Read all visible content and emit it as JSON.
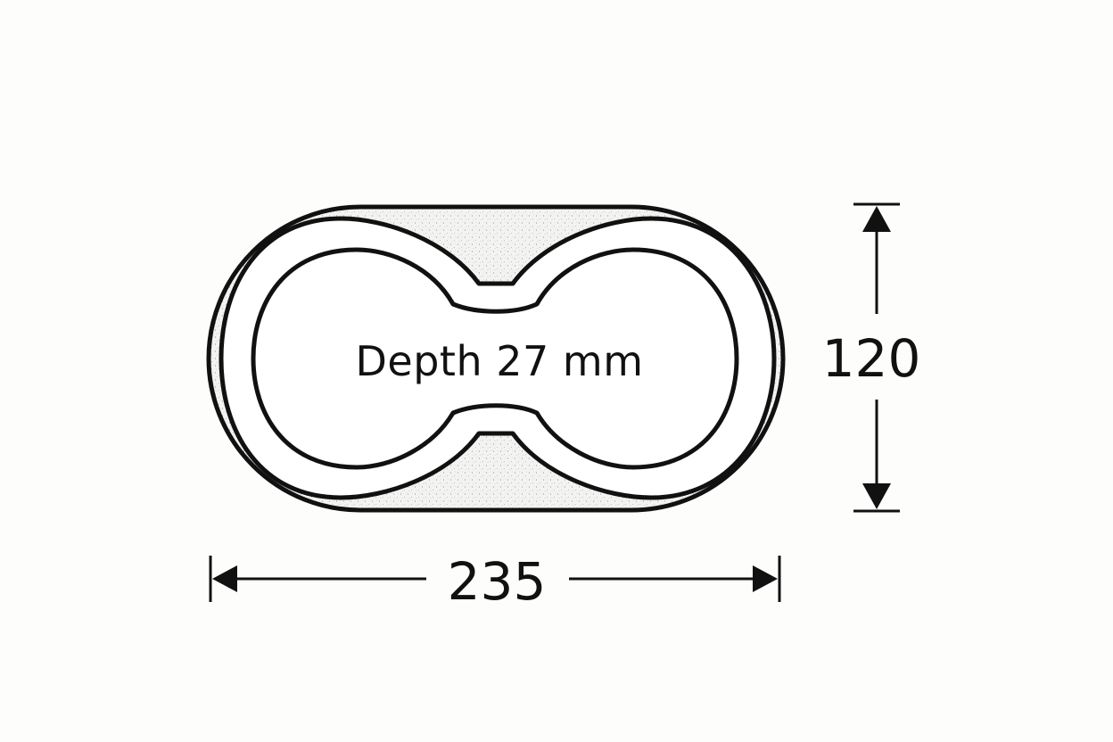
{
  "diagram": {
    "subject": "double cup holder insert, top view",
    "depth_label": "Depth 27 mm",
    "height_dimension": "120",
    "width_dimension": "235",
    "colors": {
      "line": "#111111",
      "background": "#fdfdfc",
      "rim_fill": "#ebebe8",
      "cup_fill": "#ffffff"
    }
  }
}
